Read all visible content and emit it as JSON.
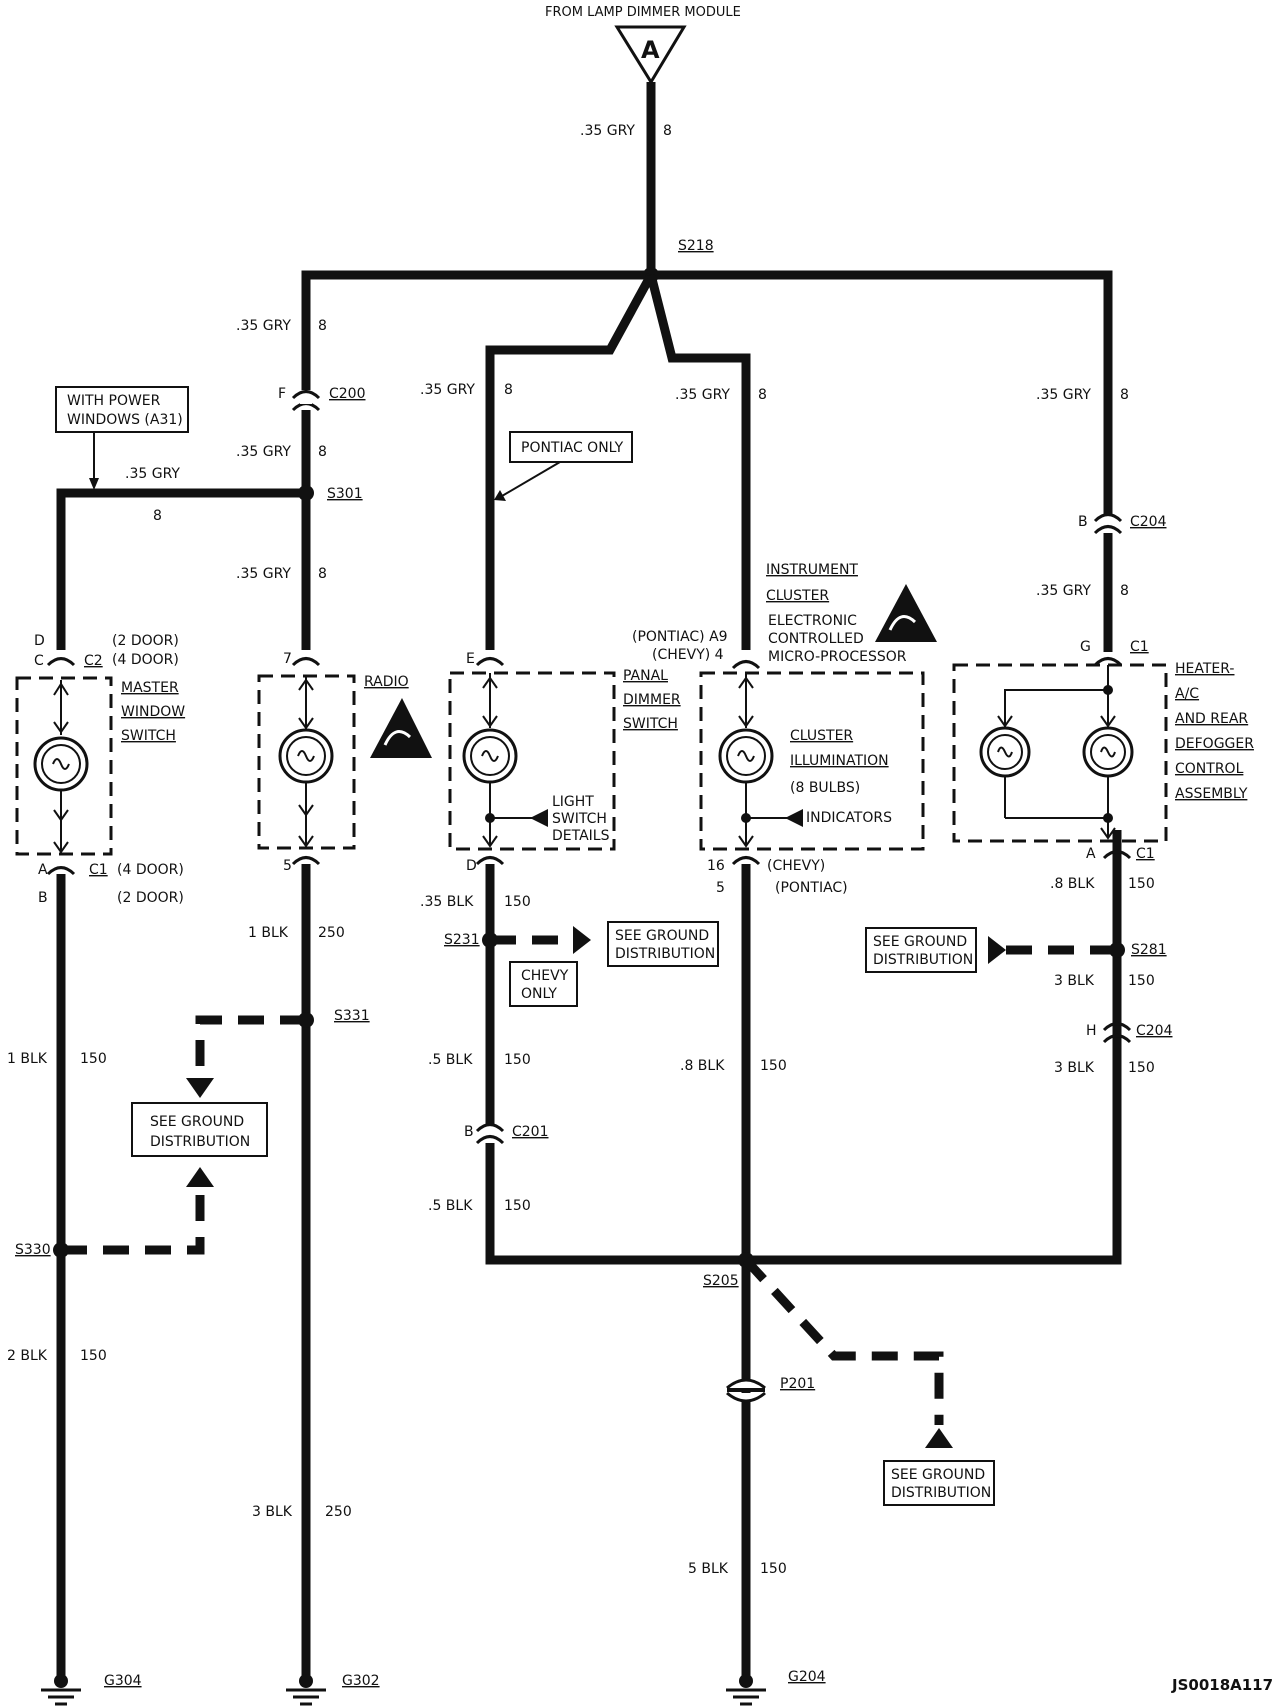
{
  "top": {
    "source_label": "FROM LAMP DIMMER MODULE",
    "connector_letter": "A"
  },
  "splices": {
    "s218": "S218",
    "s301": "S301",
    "s331": "S331",
    "s330": "S330",
    "s231": "S231",
    "s205": "S205",
    "s281": "S281"
  },
  "connectors": {
    "c200": "C200",
    "c204_top": "C204",
    "c204_bot": "C204",
    "c1_heater_top": "C1",
    "c1_heater_bot": "C1",
    "c2": "C2",
    "c1_master": "C1",
    "c201": "C201",
    "p201": "P201"
  },
  "pins": {
    "c200_f": "F",
    "c204_b": "B",
    "c1_g": "G",
    "c1_a": "A",
    "c204_h": "H",
    "master_d": "D",
    "master_c": "C",
    "master_a": "A",
    "master_b": "B",
    "radio_7": "7",
    "radio_5": "5",
    "panal_e": "E",
    "panal_d": "D",
    "c201_b": "B",
    "cluster_a9": "(PONTIAC) A9",
    "cluster_4": "(CHEVY)  4",
    "cluster_16": "16",
    "cluster_5": "5"
  },
  "wire_labels": {
    "top": {
      "gauge": ".35 GRY",
      "circuit": "8"
    },
    "left_upper": {
      "gauge": ".35 GRY",
      "circuit": "8"
    },
    "left_mid": {
      "gauge": ".35 GRY",
      "circuit": "8"
    },
    "left_lower": {
      "gauge": ".35 GRY",
      "circuit": "8"
    },
    "power_windows": {
      "gauge": ".35 GRY",
      "circuit": "8"
    },
    "panal_top": {
      "gauge": ".35 GRY",
      "circuit": "8"
    },
    "cluster_top": {
      "gauge": ".35 GRY",
      "circuit": "8"
    },
    "heater_top": {
      "gauge": ".35 GRY",
      "circuit": "8"
    },
    "heater_mid": {
      "gauge": ".35 GRY",
      "circuit": "8"
    },
    "master_bot": {
      "gauge": "1 BLK",
      "circuit": "150"
    },
    "master_low": {
      "gauge": "2 BLK",
      "circuit": "150"
    },
    "radio_bot": {
      "gauge": "1 BLK",
      "circuit": "250"
    },
    "radio_low": {
      "gauge": "3 BLK",
      "circuit": "250"
    },
    "panal_bot": {
      "gauge": ".35 BLK",
      "circuit": "150"
    },
    "panal_mid": {
      "gauge": ".5 BLK",
      "circuit": "150"
    },
    "panal_low": {
      "gauge": ".5 BLK",
      "circuit": "150"
    },
    "cluster_bot": {
      "gauge": ".8 BLK",
      "circuit": "150"
    },
    "cluster_low": {
      "gauge": "5 BLK",
      "circuit": "150"
    },
    "heater_bot": {
      "gauge": ".8 BLK",
      "circuit": "150"
    },
    "heater_mid2": {
      "gauge": "3 BLK",
      "circuit": "150"
    },
    "heater_low": {
      "gauge": "3 BLK",
      "circuit": "150"
    }
  },
  "notes": {
    "power_windows_1": "WITH POWER",
    "power_windows_2": "WINDOWS (A31)",
    "pontiac_only": "PONTIAC ONLY",
    "chevy_only_1": "CHEVY",
    "chevy_only_2": "ONLY",
    "two_door": "(2 DOOR)",
    "four_door": "(4 DOOR)",
    "four_door_b": "(4 DOOR)",
    "two_door_b": "(2 DOOR)",
    "chevy_paren": "(CHEVY)",
    "pontiac_paren": "(PONTIAC)",
    "ground_dist_1": "SEE GROUND",
    "ground_dist_2": "DISTRIBUTION"
  },
  "components": {
    "master": [
      "MASTER",
      "WINDOW",
      "SWITCH"
    ],
    "radio": "RADIO",
    "panal": [
      "PANAL",
      "DIMMER",
      "SWITCH"
    ],
    "light_switch": [
      "LIGHT",
      "SWITCH",
      "DETAILS"
    ],
    "instrument": [
      "INSTRUMENT",
      "CLUSTER"
    ],
    "ecm": [
      "ELECTRONIC",
      "CONTROLLED",
      "MICRO-PROCESSOR"
    ],
    "cluster": [
      "CLUSTER",
      "ILLUMINATION",
      "(8 BULBS)"
    ],
    "indicators": "INDICATORS",
    "heater": [
      "HEATER-",
      "A/C",
      "AND REAR",
      "DEFOGGER",
      "CONTROL",
      "ASSEMBLY"
    ]
  },
  "grounds": {
    "g304": "G304",
    "g302": "G302",
    "g204": "G204"
  },
  "figure_id": "JS0018A117"
}
